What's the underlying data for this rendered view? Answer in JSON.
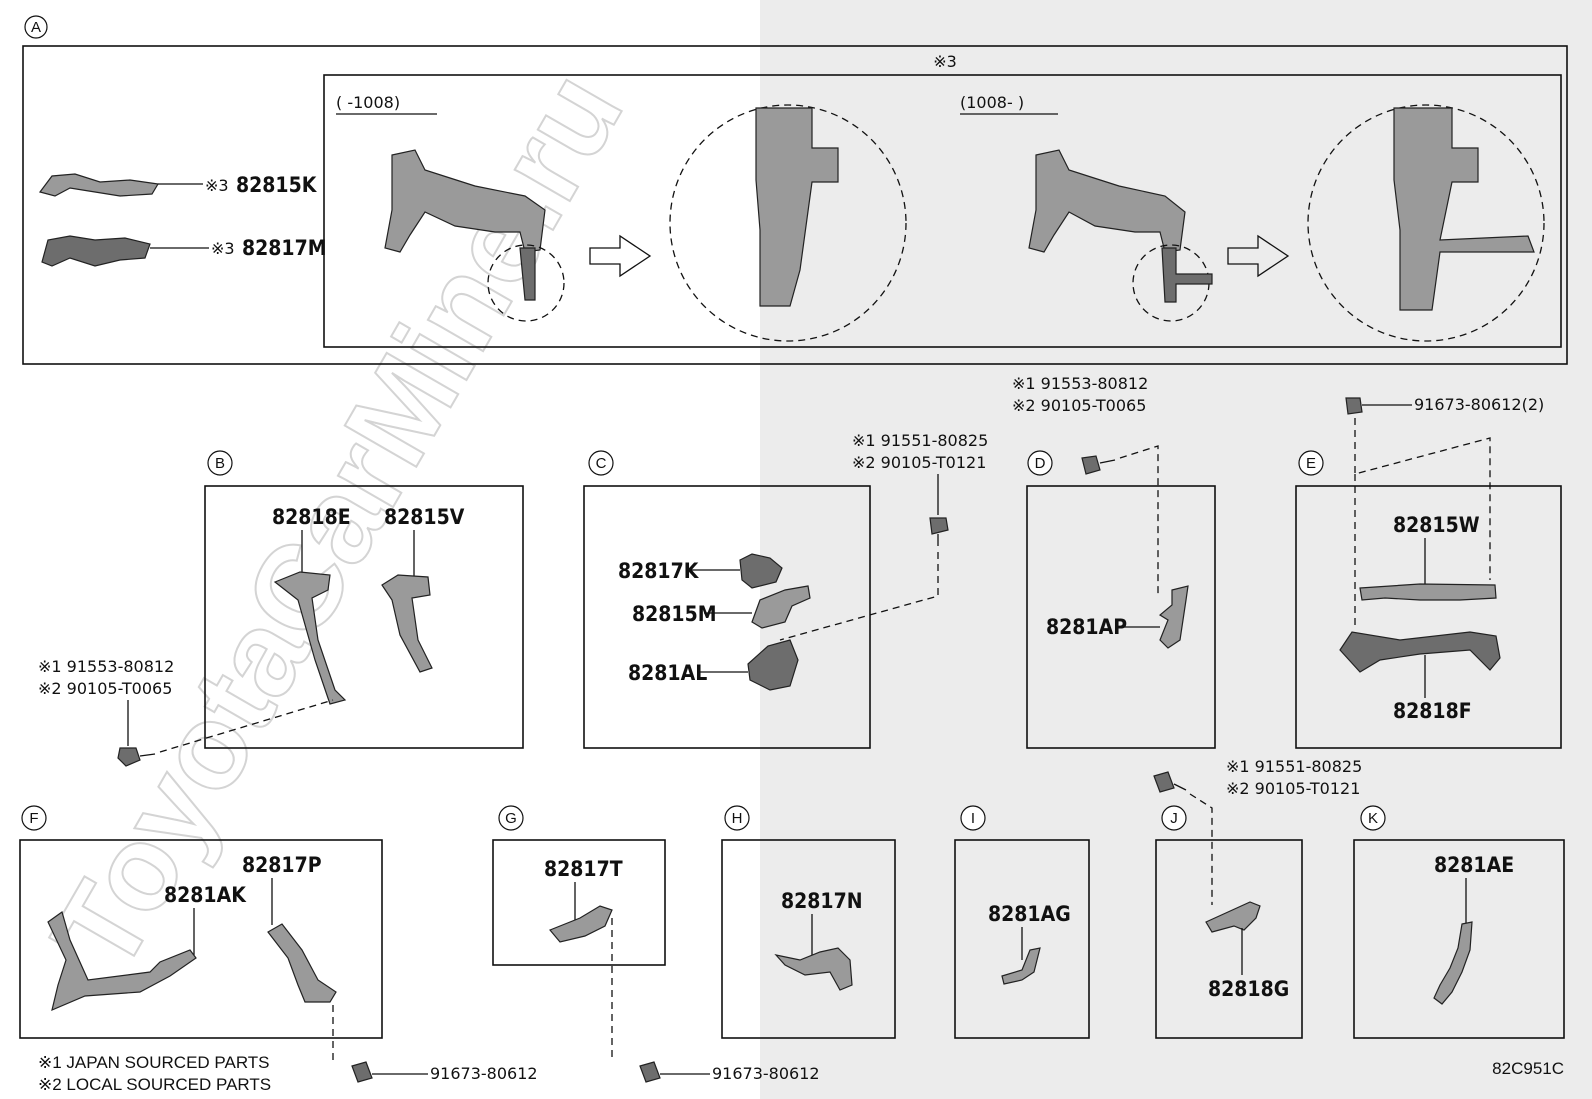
{
  "sections": {
    "A": "A",
    "B": "B",
    "C": "C",
    "D": "D",
    "E": "E",
    "F": "F",
    "G": "G",
    "H": "H",
    "I": "I",
    "J": "J",
    "K": "K"
  },
  "section_a": {
    "group_note": "※3",
    "range_before": "(       -1008)",
    "range_after": "(1008-      )",
    "parts": [
      {
        "note": "※3",
        "number": "82815K"
      },
      {
        "note": "※3",
        "number": "82817M"
      }
    ]
  },
  "section_b": {
    "parts": [
      "82818E",
      "82815V"
    ],
    "bolt_line1": "※1 91553-80812",
    "bolt_line2": "※2 90105-T0065"
  },
  "section_c": {
    "parts": [
      "82817K",
      "82815M",
      "8281AL"
    ],
    "bolt_line1": "※1 91551-80825",
    "bolt_line2": "※2 90105-T0121"
  },
  "section_d": {
    "parts": [
      "8281AP"
    ],
    "bolt_line1": "※1 91553-80812",
    "bolt_line2": "※2 90105-T0065"
  },
  "section_e": {
    "parts": [
      "82815W",
      "82818F"
    ],
    "bolt": "91673-80612(2)"
  },
  "section_f": {
    "parts": [
      "8281AK",
      "82817P"
    ],
    "bolt": "91673-80612"
  },
  "section_g": {
    "parts": [
      "82817T"
    ],
    "bolt": "91673-80612"
  },
  "section_h": {
    "parts": [
      "82817N"
    ]
  },
  "section_i": {
    "parts": [
      "8281AG"
    ]
  },
  "section_j": {
    "parts": [
      "82818G"
    ],
    "bolt_line1": "※1 91551-80825",
    "bolt_line2": "※2 90105-T0121"
  },
  "section_k": {
    "parts": [
      "8281AE"
    ]
  },
  "legend": {
    "line1": "※1 JAPAN SOURCED PARTS",
    "line2": "※2 LOCAL SOURCED PARTS"
  },
  "diagram_code": "82C951C",
  "watermark": "ToyotaCarMine.ru",
  "colors": {
    "part_fill": "#9a9a9a",
    "shade": "#ececec",
    "line": "#111111"
  }
}
